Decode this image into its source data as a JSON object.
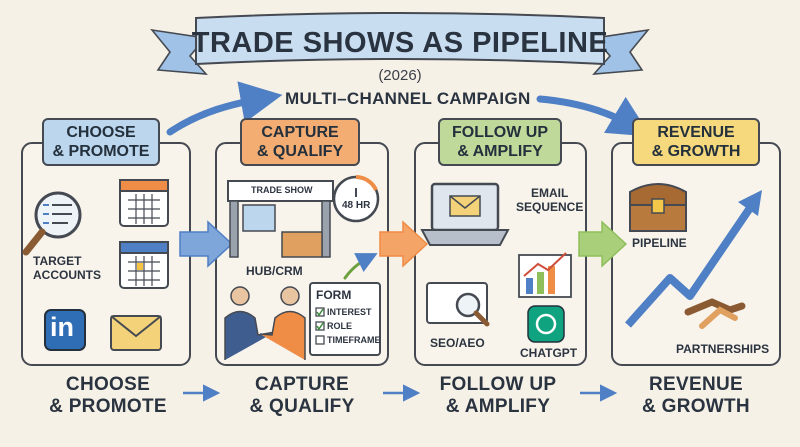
{
  "title": "TRADE SHOWS AS PIPELINE",
  "year": "(2026)",
  "campaign_label": "MULTI–CHANNEL CAMPAIGN",
  "stages": [
    {
      "label_line1": "CHOOSE",
      "label_line2": "& PROMOTE",
      "color": "#bcd6ee"
    },
    {
      "label_line1": "CAPTURE",
      "label_line2": "& QUALIFY",
      "color": "#f3ad72"
    },
    {
      "label_line1": "FOLLOW UP",
      "label_line2": "& AMPLIFY",
      "color": "#bfd99a"
    },
    {
      "label_line1": "REVENUE",
      "label_line2": "& GROWTH",
      "color": "#f5d97c"
    }
  ],
  "choose": {
    "target_line1": "TARGET",
    "target_line2": "ACCOUNTS",
    "linkedin_text": "in"
  },
  "capture": {
    "booth_sign": "TRADE SHOW",
    "timer": "48 HR",
    "hub": "HUB/CRM",
    "form_title": "FORM",
    "form_items": [
      "INTEREST",
      "ROLE",
      "TIMEFRAME"
    ]
  },
  "follow": {
    "email_line1": "EMAIL",
    "email_line2": "SEQUENCE",
    "seo": "SEO/AEO",
    "chatgpt": "CHATGPT"
  },
  "revenue": {
    "pipeline": "PIPELINE",
    "partnerships": "PARTNERSHIPS"
  },
  "colors": {
    "arrow_blue": "#4f7fc4",
    "arrow_orange": "#ef8c45",
    "arrow_green": "#8fbf5a",
    "ink": "#454a52"
  },
  "icons": [
    "magnifier-checklist-icon",
    "calendar-icon",
    "linkedin-icon",
    "envelope-icon",
    "booth-icon",
    "timer-icon",
    "handshake-icon",
    "form-icon",
    "laptop-email-icon",
    "bar-chart-icon",
    "seo-search-icon",
    "chatgpt-icon",
    "treasure-chest-icon",
    "growth-arrow-icon"
  ]
}
